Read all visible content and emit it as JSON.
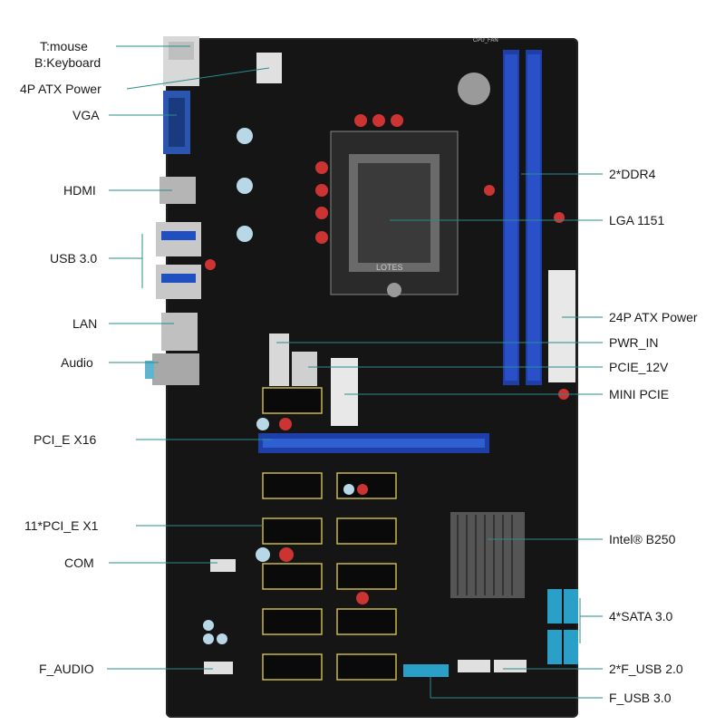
{
  "labels_left": [
    {
      "id": "mouse-keyboard",
      "text": [
        "T:mouse",
        "B:Keyboard"
      ]
    },
    {
      "id": "atx4p",
      "text": "4P ATX Power"
    },
    {
      "id": "vga",
      "text": "VGA"
    },
    {
      "id": "hdmi",
      "text": "HDMI"
    },
    {
      "id": "usb30",
      "text": "USB 3.0"
    },
    {
      "id": "lan",
      "text": "LAN"
    },
    {
      "id": "audio",
      "text": "Audio"
    },
    {
      "id": "pcie16",
      "text": "PCI_E X16"
    },
    {
      "id": "pcie1",
      "text": "11*PCI_E X1"
    },
    {
      "id": "com",
      "text": "COM"
    },
    {
      "id": "faudio",
      "text": "F_AUDIO"
    }
  ],
  "labels_right": [
    {
      "id": "ddr4",
      "text": "2*DDR4"
    },
    {
      "id": "lga",
      "text": "LGA 1151"
    },
    {
      "id": "atx24",
      "text": "24P ATX Power"
    },
    {
      "id": "pwrin",
      "text": "PWR_IN"
    },
    {
      "id": "pcie12v",
      "text": "PCIE_12V"
    },
    {
      "id": "minipcie",
      "text": "MINI PCIE"
    },
    {
      "id": "b250",
      "text": "Intel® B250"
    },
    {
      "id": "sata",
      "text": "4*SATA 3.0"
    },
    {
      "id": "fusb2",
      "text": "2*F_USB 2.0"
    },
    {
      "id": "fusb3",
      "text": "F_USB 3.0"
    }
  ],
  "board_marks": {
    "socket_brand": "LOTES",
    "cpu_fan": "CPU_FAN"
  },
  "colors": {
    "leader_line": "#2a8c8c",
    "board": "#151515",
    "dimm_slot": "#1f3fa8",
    "pcie_slot": "#1f3fa8",
    "sata": "#2aa0c8",
    "outline_yellow": "#c8b84a"
  }
}
